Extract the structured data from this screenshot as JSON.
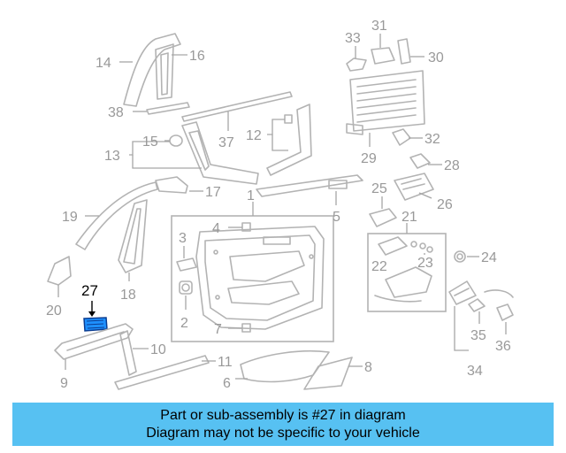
{
  "diagram": {
    "callouts": {
      "c1": "1",
      "c2": "2",
      "c3": "3",
      "c4": "4",
      "c5": "5",
      "c6": "6",
      "c7": "7",
      "c8": "8",
      "c9": "9",
      "c10": "10",
      "c11": "11",
      "c12": "12",
      "c13": "13",
      "c14": "14",
      "c15": "15",
      "c16": "16",
      "c17": "17",
      "c18": "18",
      "c19": "19",
      "c20": "20",
      "c21": "21",
      "c22": "22",
      "c23": "23",
      "c24": "24",
      "c25": "25",
      "c26": "26",
      "c27": "27",
      "c28": "28",
      "c29": "29",
      "c30": "30",
      "c31": "31",
      "c32": "32",
      "c33": "33",
      "c34": "34",
      "c35": "35",
      "c36": "36",
      "c37": "37",
      "c38": "38"
    },
    "highlight_part": "27",
    "highlight_color": "#1e90ff"
  },
  "footer": {
    "line1": "Part or sub-assembly is #27 in diagram",
    "line2": "Diagram may not be specific to your vehicle",
    "background": "#57c1f2"
  }
}
